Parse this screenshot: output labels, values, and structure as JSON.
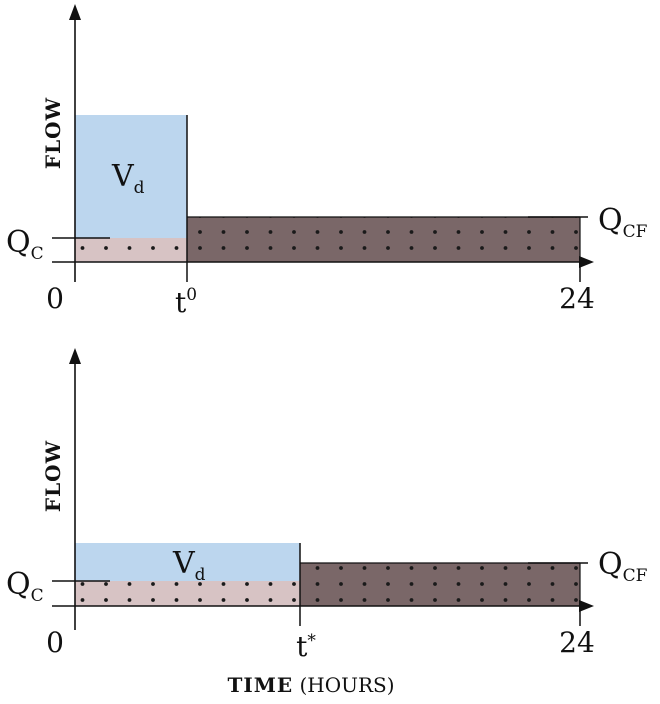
{
  "colors": {
    "vd_fill": "#bcd6ee",
    "qc_fill": "#d7c3c4",
    "qcf_fill": "#7a6768",
    "dot": "#1a1a1a",
    "axis": "#111111"
  },
  "panels": [
    {
      "y_label": "FLOW",
      "vd_label": "V",
      "vd_sub": "d",
      "qc_label": "Q",
      "qc_sub": "C",
      "qcf_label": "Q",
      "qcf_sub": "CF",
      "tick_zero": "0",
      "tick_switch": "t",
      "tick_switch_sup": "0",
      "tick_end": "24",
      "switch_time": 5,
      "t_end": 24,
      "qc_level": 1,
      "qcf_level": 2,
      "peak_level": 6.5,
      "y_max": 10
    },
    {
      "y_label": "FLOW",
      "vd_label": "V",
      "vd_sub": "d",
      "qc_label": "Q",
      "qc_sub": "C",
      "qcf_label": "Q",
      "qcf_sub": "CF",
      "tick_zero": "0",
      "tick_switch": "t",
      "tick_switch_sup": "*",
      "tick_end": "24",
      "switch_time": 10,
      "t_end": 24,
      "qc_level": 1,
      "qcf_level": 1.8,
      "peak_level": 2.6,
      "y_max": 10
    }
  ],
  "x_axis": {
    "label_bold": "TIME",
    "label_rest": " (HOURS)"
  }
}
